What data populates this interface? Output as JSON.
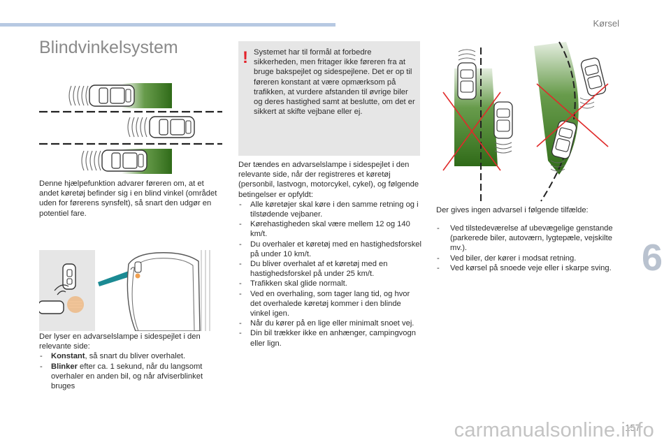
{
  "header": {
    "section": "Kørsel",
    "chapter_number": "6",
    "page_number": "157",
    "watermark": "carmanualsonline.info"
  },
  "title": "Blindvinkelsystem",
  "warning": {
    "icon": "exclamation-icon",
    "text": "Systemet har til formål at forbedre sikkerheden, men fritager ikke føreren fra at bruge bakspejlet og sidespejlene. Det er op til føreren konstant at være opmærksom på trafikken, at vurdere afstanden til øvrige biler og deres hastighed samt at beslutte, om det er sikkert at skifte vejbane eller ej."
  },
  "intro": "Denne hjælpefunktion advarer føreren om, at et andet køretøj befinder sig i en blind vinkel (området uden for førerens synsfelt), så snart den udgør en potentiel fare.",
  "lamp": {
    "intro": "Der lyser en advarselslampe i sidespejlet i den relevante side:",
    "items": [
      {
        "bold": "Konstant",
        "rest": ", så snart du bliver overhalet."
      },
      {
        "bold": "Blinker",
        "rest": " efter ca. 1 sekund, når du langsomt overhaler en anden bil, og når afviserblinket bruges"
      }
    ]
  },
  "conditions": {
    "intro": "Der tændes en advarselslampe i sidespejlet i den relevante side, når der registreres et køretøj (personbil, lastvogn, motorcykel, cykel), og følgende betingelser er opfyldt:",
    "items": [
      "Alle køretøjer skal køre i den samme retning og i tilstødende vejbaner.",
      "Kørehastigheden skal være mellem 12 og 140 km/t.",
      "Du overhaler et køretøj med en hastighedsforskel på under 10 km/t.",
      "Du bliver overhalet af et køretøj med en hastighedsforskel på under 25 km/t.",
      "Trafikken skal glide normalt.",
      "Ved en overhaling, som tager lang tid, og hvor det overhalede køretøj kommer i den blinde vinkel igen.",
      "Når du kører på en lige eller minimalt snoet vej.",
      "Din bil trækker ikke en anhænger, campingvogn eller lign."
    ]
  },
  "no_alert": {
    "intro": "Der gives ingen advarsel i følgende tilfælde:",
    "items": [
      "Ved tilstedeværelse af ubevægelige genstande (parkerede biler, autoværn, lygtepæle, vejskilte mv.).",
      "Ved biler, der kører i modsat retning.",
      "Ved kørsel på snoede veje eller i skarpe sving."
    ]
  },
  "colors": {
    "accent_blue": "#b7c9e2",
    "warning_red": "#e3232b",
    "zone_green": "#4d8a2c",
    "box_gray": "#e6e6e6",
    "cross_red": "#e02a2a",
    "indicator_orange": "#f0a050"
  }
}
